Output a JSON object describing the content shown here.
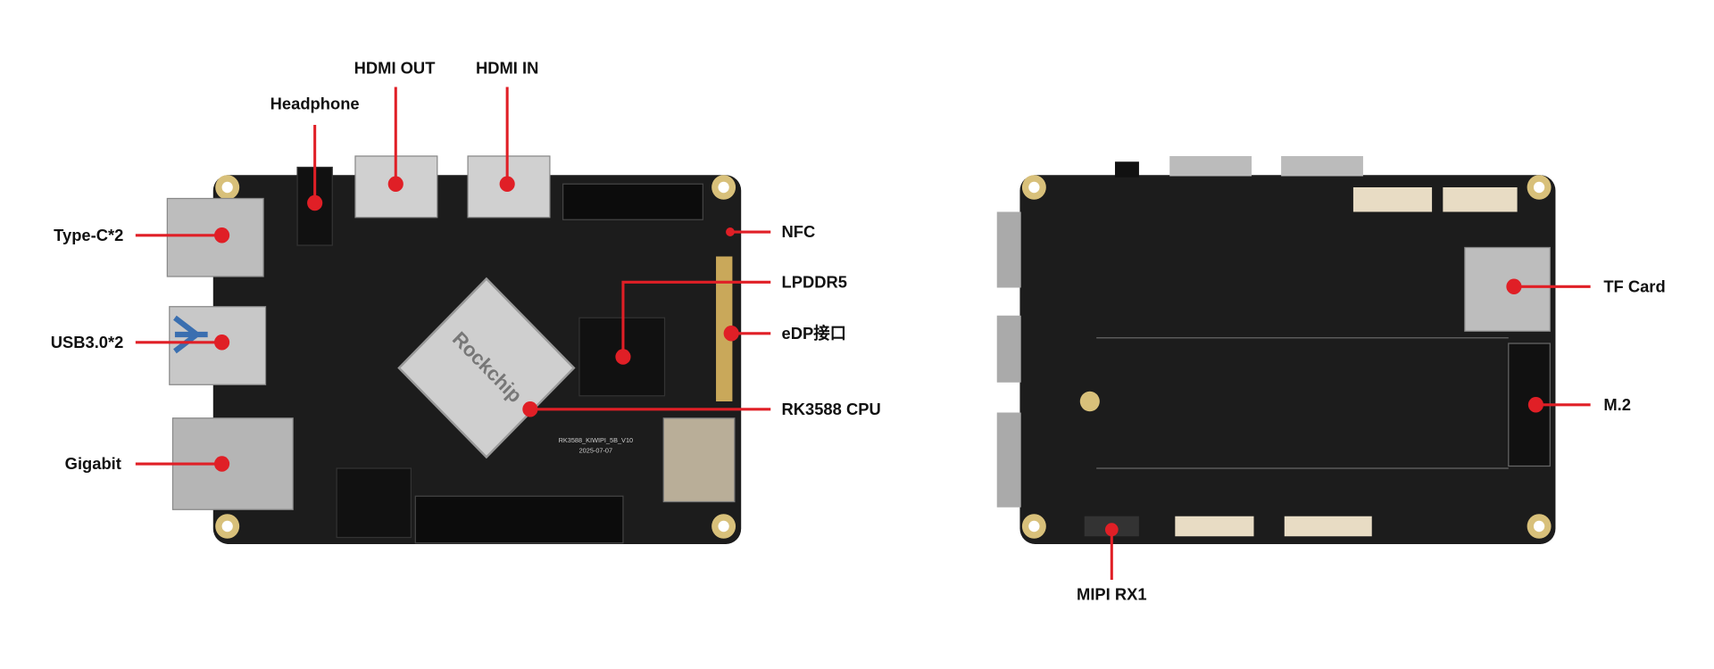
{
  "labels": {
    "hdmi_out": "HDMI OUT",
    "hdmi_in": "HDMI IN",
    "headphone": "Headphone",
    "typec": "Type-C*2",
    "usb3": "USB3.0*2",
    "gigabit": "Gigabit",
    "nfc": "NFC",
    "lpddr5": "LPDDR5",
    "edp": "eDP接口",
    "cpu": "RK3588 CPU",
    "tf_card": "TF Card",
    "m2": "M.2",
    "mipi_rx1": "MIPI RX1"
  },
  "silkscreen": {
    "chip_brand": "Rockchip",
    "board_id": "RK3588_KIWIPI_5B_V10",
    "board_date": "2025-07-07"
  },
  "colors": {
    "callout": "#e01f26",
    "pcb": "#1c1c1c",
    "gold": "#d8c07a",
    "metal": "#bdbdbd"
  }
}
